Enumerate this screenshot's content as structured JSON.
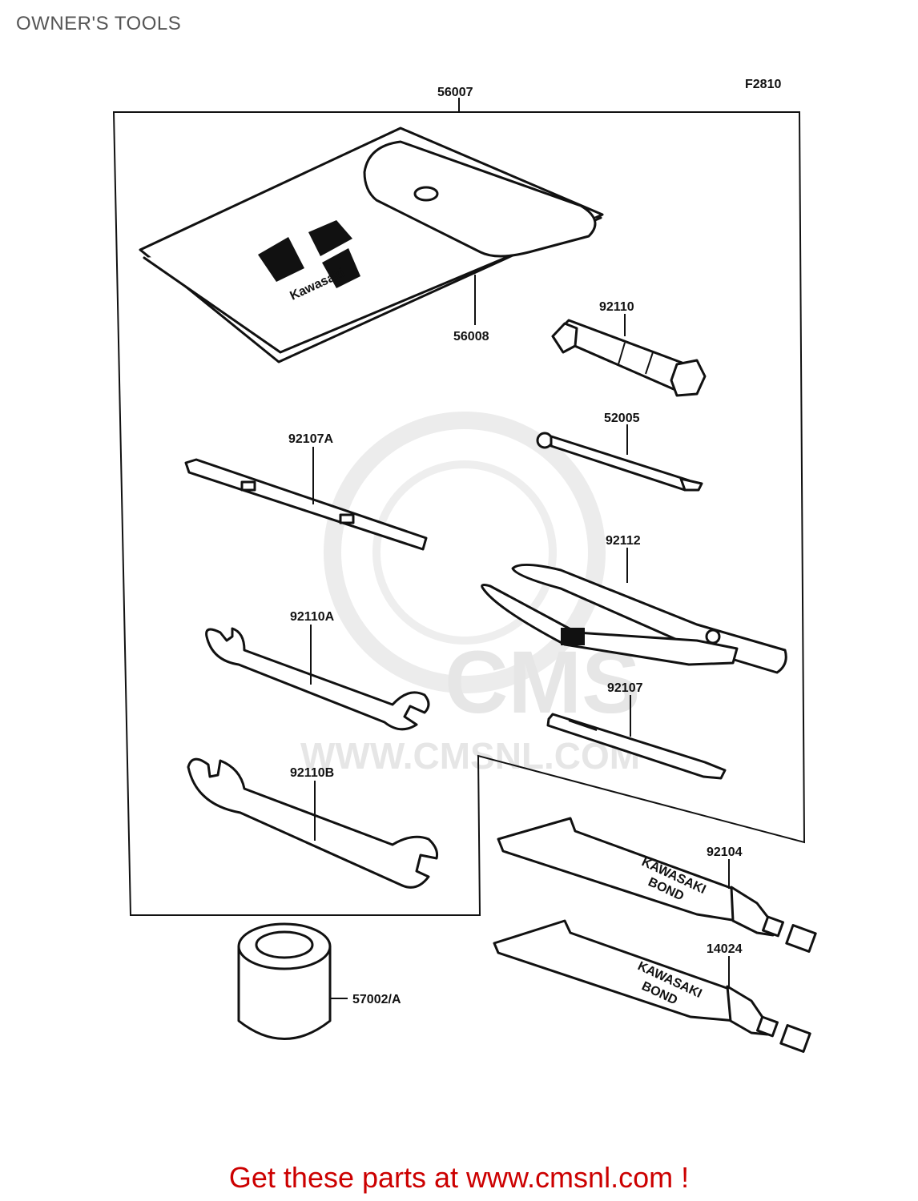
{
  "page": {
    "title": "OWNER'S TOOLS"
  },
  "diagram": {
    "figure_code": "F2810",
    "watermark": {
      "brand": "CMS",
      "url": "WWW.CMSNL.COM"
    },
    "bag_logo": "Kawasaki",
    "tube_label": [
      "KAWASAKI",
      "BOND"
    ],
    "parts": [
      {
        "id": "p56007",
        "number": "56007"
      },
      {
        "id": "p56008",
        "number": "56008"
      },
      {
        "id": "p92110",
        "number": "92110"
      },
      {
        "id": "p52005",
        "number": "52005"
      },
      {
        "id": "p92107A",
        "number": "92107A"
      },
      {
        "id": "p92112",
        "number": "92112"
      },
      {
        "id": "p92110A",
        "number": "92110A"
      },
      {
        "id": "p92107",
        "number": "92107"
      },
      {
        "id": "p92110B",
        "number": "92110B"
      },
      {
        "id": "p92104",
        "number": "92104"
      },
      {
        "id": "p14024",
        "number": "14024"
      },
      {
        "id": "p57002A",
        "number": "57002/A"
      }
    ]
  },
  "footer": {
    "link_text": "Get these parts at www.cmsnl.com !"
  }
}
